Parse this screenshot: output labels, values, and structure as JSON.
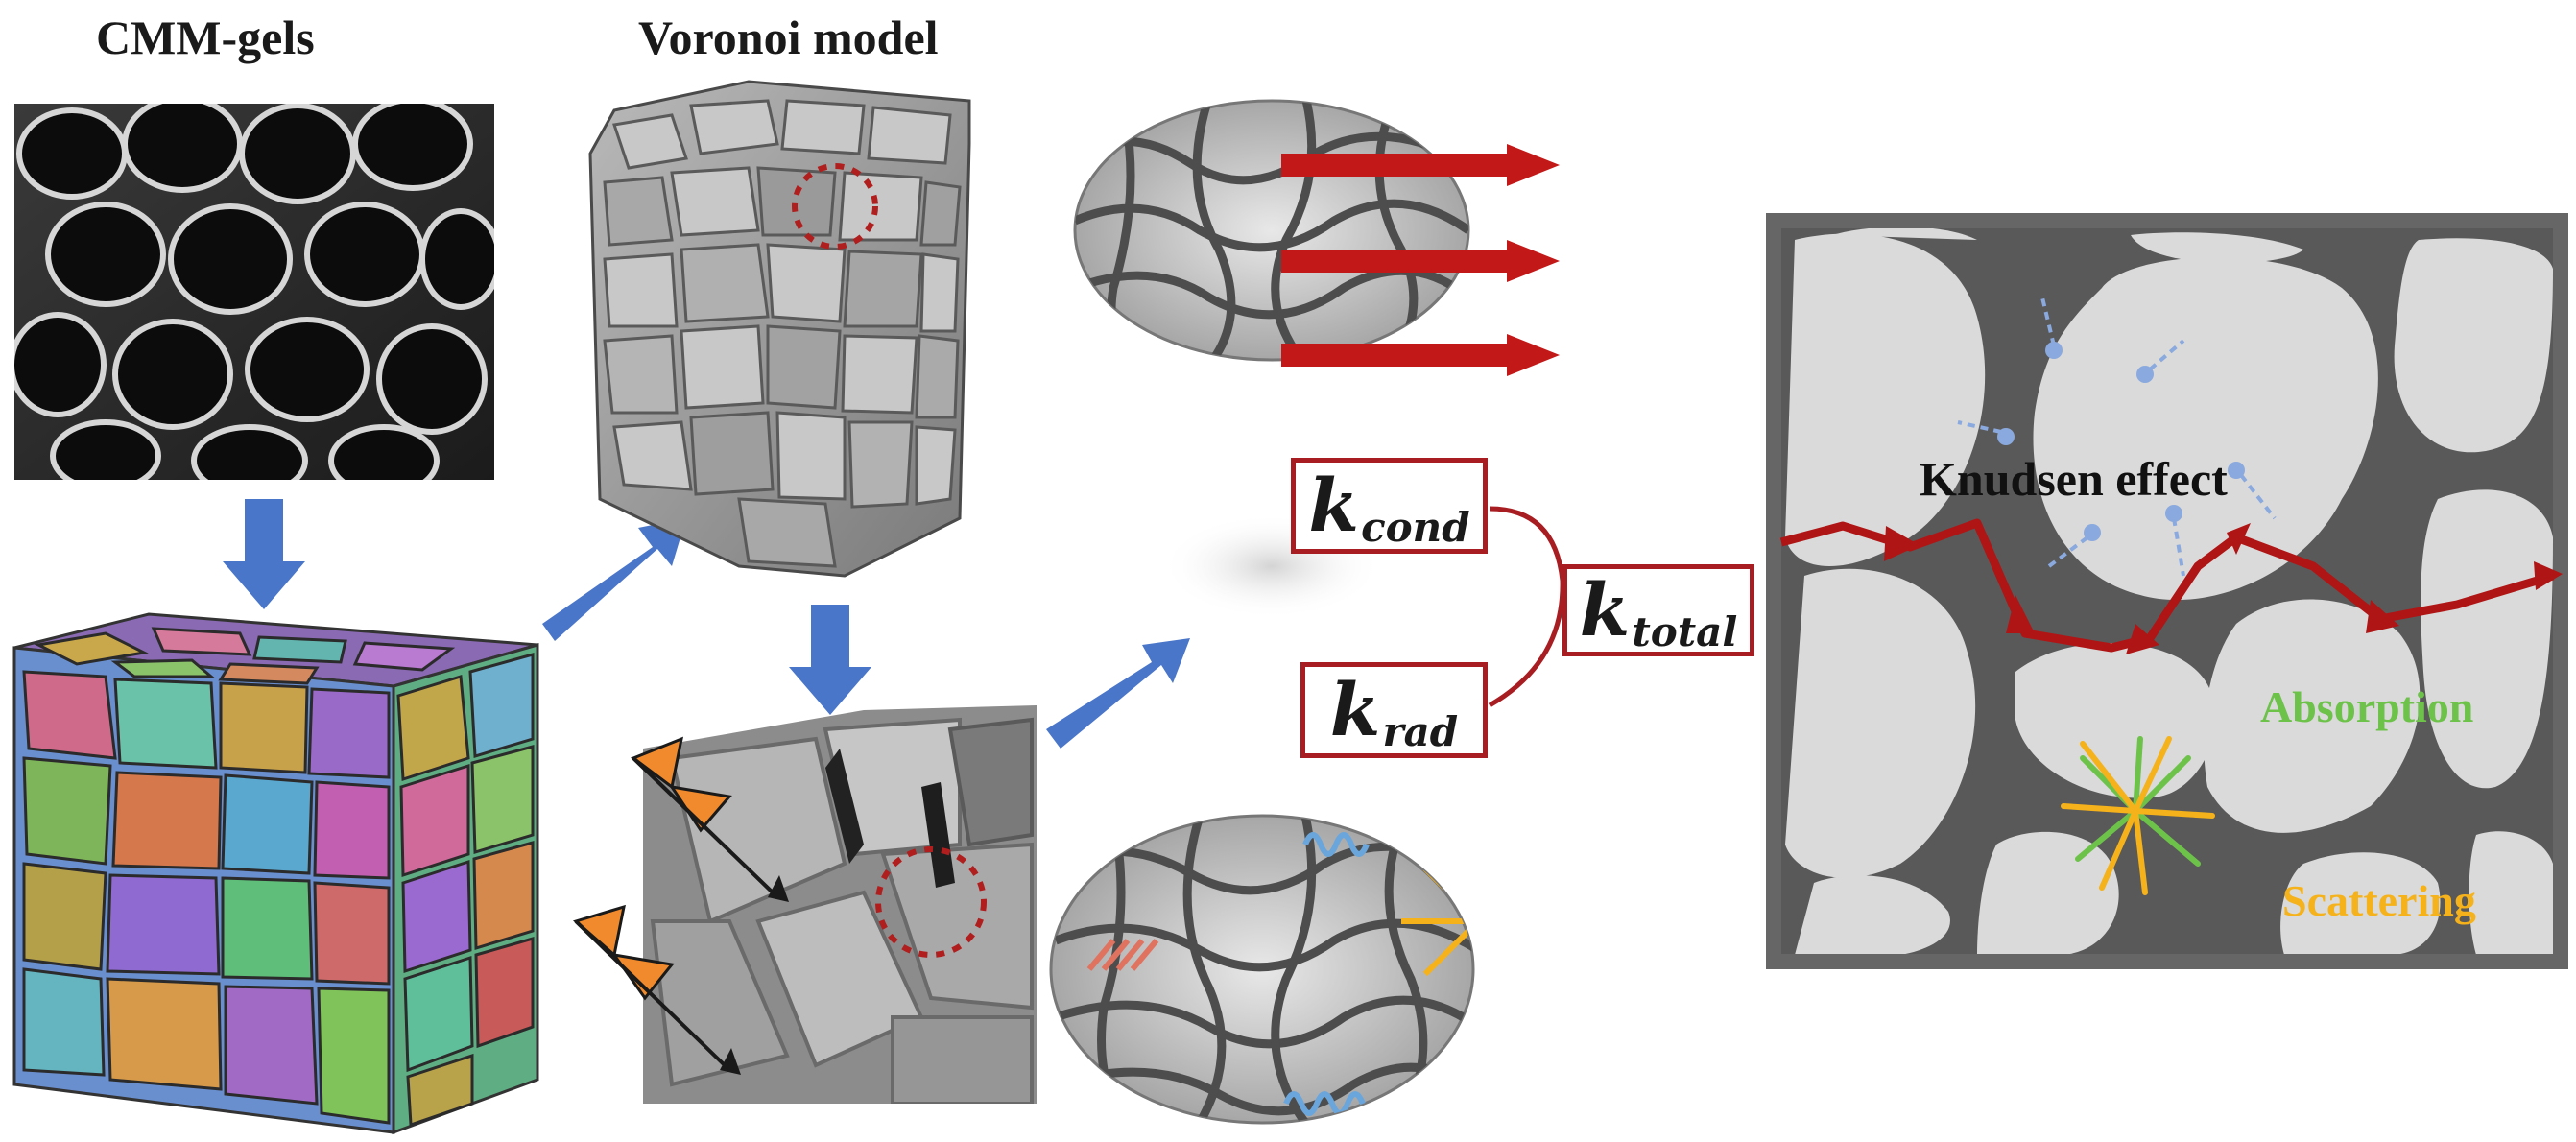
{
  "titles": {
    "left": "CMM-gels",
    "middle": "Voronoi model"
  },
  "conductivity": {
    "cond": {
      "symbol": "k",
      "subscript": "cond"
    },
    "rad": {
      "symbol": "k",
      "subscript": "rad"
    },
    "total": {
      "symbol": "k",
      "subscript": "total"
    }
  },
  "labels": {
    "knudsen": "Knudsen effect",
    "absorption": "Absorption",
    "scattering": "Scattering"
  },
  "colors": {
    "flow_arrow": "#4a76c9",
    "heat_arrow": "#c21818",
    "box_border": "#a81d21",
    "absorption": "#6dc24a",
    "scattering": "#f5b21a",
    "wave": "#f08a2c",
    "gas_molecule": "#8aa9de"
  }
}
